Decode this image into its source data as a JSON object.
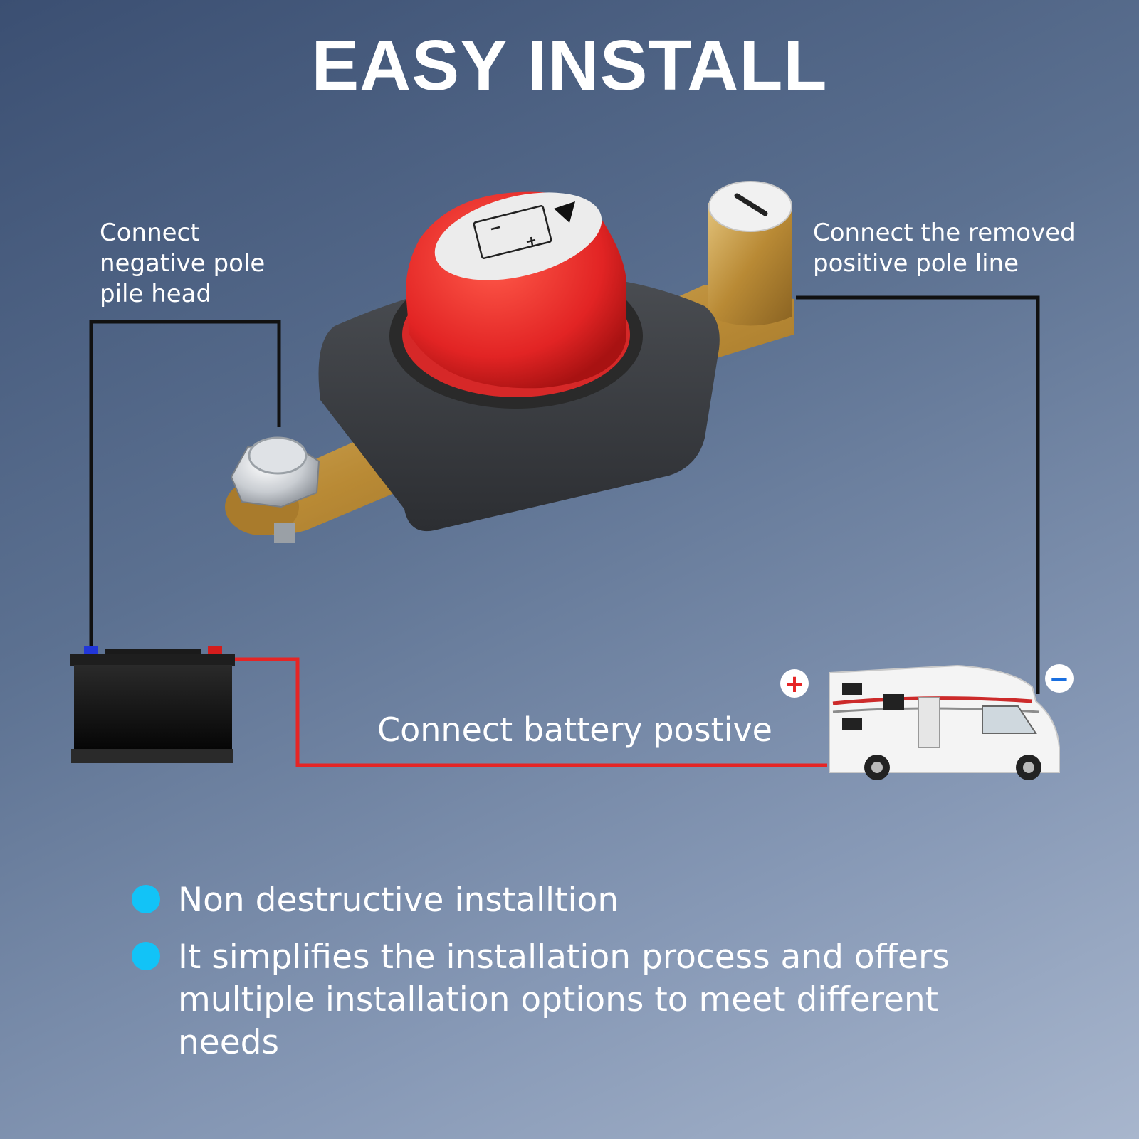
{
  "title": "EASY INSTALL",
  "callouts": {
    "negative": [
      "Connect",
      "negative pole",
      "pile head"
    ],
    "positive_removed": [
      "Connect the removed",
      "positive pole line"
    ],
    "battery_positive": "Connect battery postive"
  },
  "bullets": [
    "Non destructive installtion",
    "It simplifies the installation process and offers multiple installation options to meet different needs"
  ],
  "signs": {
    "plus": "+",
    "minus": "−"
  },
  "colors": {
    "accent_dot": "#12c3f7",
    "knob_red": "#e32a2a",
    "brass": "#c49a45",
    "positive_wire": "#e52525",
    "negative_wire": "#111111",
    "minus_sign": "#1a6fe0"
  }
}
